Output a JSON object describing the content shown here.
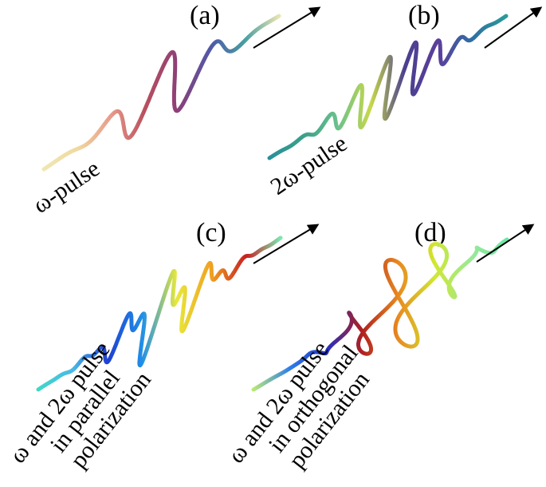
{
  "panels": [
    {
      "id": "a",
      "label": "(a)",
      "caption_lines": [
        "ω-pulse"
      ],
      "cycles": 4.5,
      "wave_colors": [
        "#efe7b0",
        "#f0d9a0",
        "#e89a8a",
        "#b9505e",
        "#8c3f78",
        "#4f5aa8",
        "#4aa0a0",
        "#e9e3b0"
      ]
    },
    {
      "id": "b",
      "label": "(b)",
      "caption_lines": [
        "2ω-pulse"
      ],
      "cycles": 9,
      "wave_colors": [
        "#2a8f9a",
        "#3aa08a",
        "#6ac08c",
        "#c7d84a",
        "#4b3f8f",
        "#5b3f9b",
        "#2f6fa3",
        "#2a9a9a"
      ]
    },
    {
      "id": "c",
      "label": "(c)",
      "caption_lines": [
        "ω and 2ω pulse",
        "in parallel",
        "polarization"
      ],
      "cycles": 6,
      "wave_colors": [
        "#3fd8c8",
        "#4ab8e8",
        "#1f3fd0",
        "#1f8fe8",
        "#e8e83a",
        "#f0a020",
        "#c81f1f",
        "#7ae8b0"
      ]
    },
    {
      "id": "d",
      "label": "(d)",
      "caption_lines": [
        "ω and 2ω pulse",
        "in orthogonal",
        "polarization"
      ],
      "cycles": 6,
      "wave_colors": [
        "#b8e878",
        "#2f7fe8",
        "#1f2fc8",
        "#b01f1f",
        "#e88a20",
        "#d0e830",
        "#9ae898",
        "#6ae8a8"
      ]
    }
  ]
}
